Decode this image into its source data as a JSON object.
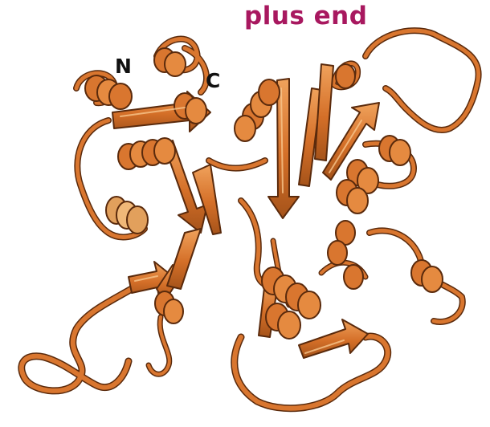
{
  "diagram": {
    "title": "plus end",
    "terminus_n": "N",
    "terminus_c": "C"
  },
  "colors": {
    "title": "#a8185f",
    "terminus_labels": "#111111",
    "ribbon_light": "#f4b070",
    "ribbon_main": "#d9762f",
    "ribbon_dark": "#9a4d18",
    "ribbon_edge": "#5a2a0c"
  }
}
